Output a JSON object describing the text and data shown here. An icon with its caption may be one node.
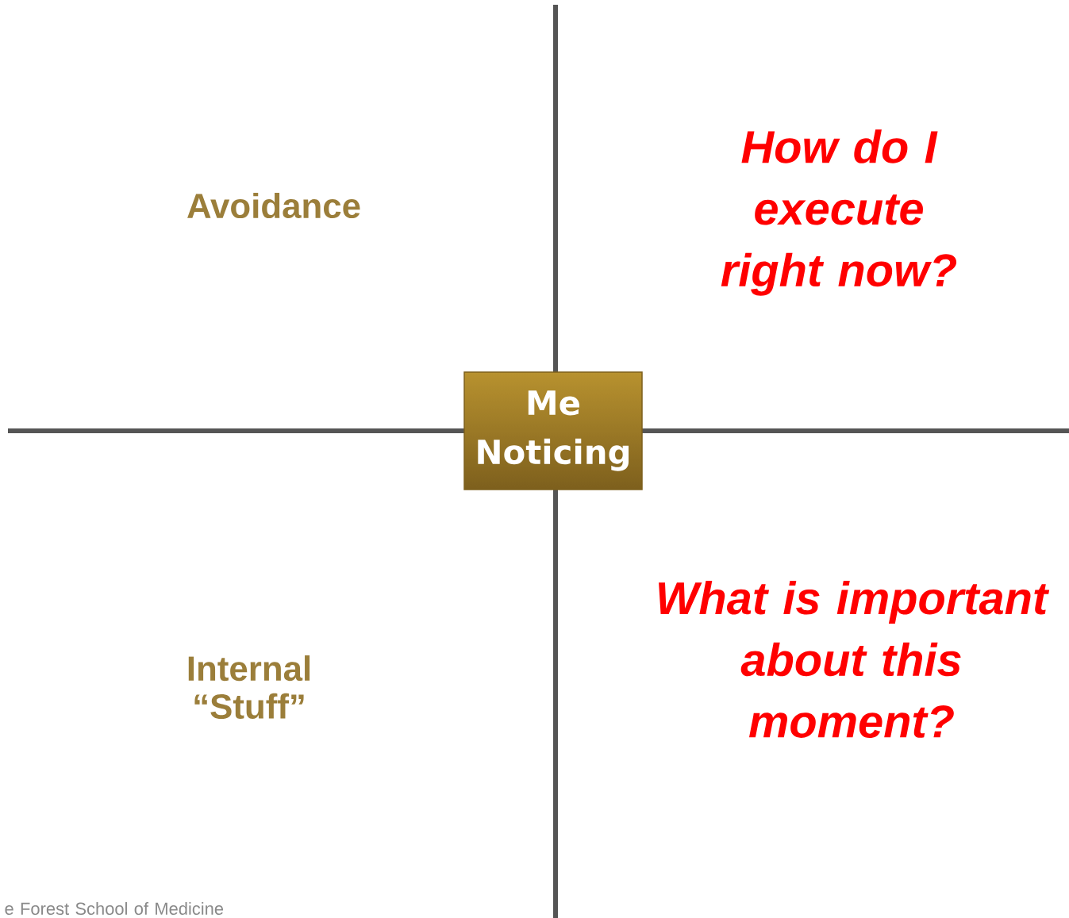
{
  "diagram": {
    "nodes": [
      {
        "text": [
          "Me Noticing"
        ]
      }
    ],
    "labels": [
      "Avoidance",
      "How do I execute right now?",
      "Internal “Stuff”",
      "What is important about this moment?",
      "e Forest School of Medicine"
    ]
  }
}
